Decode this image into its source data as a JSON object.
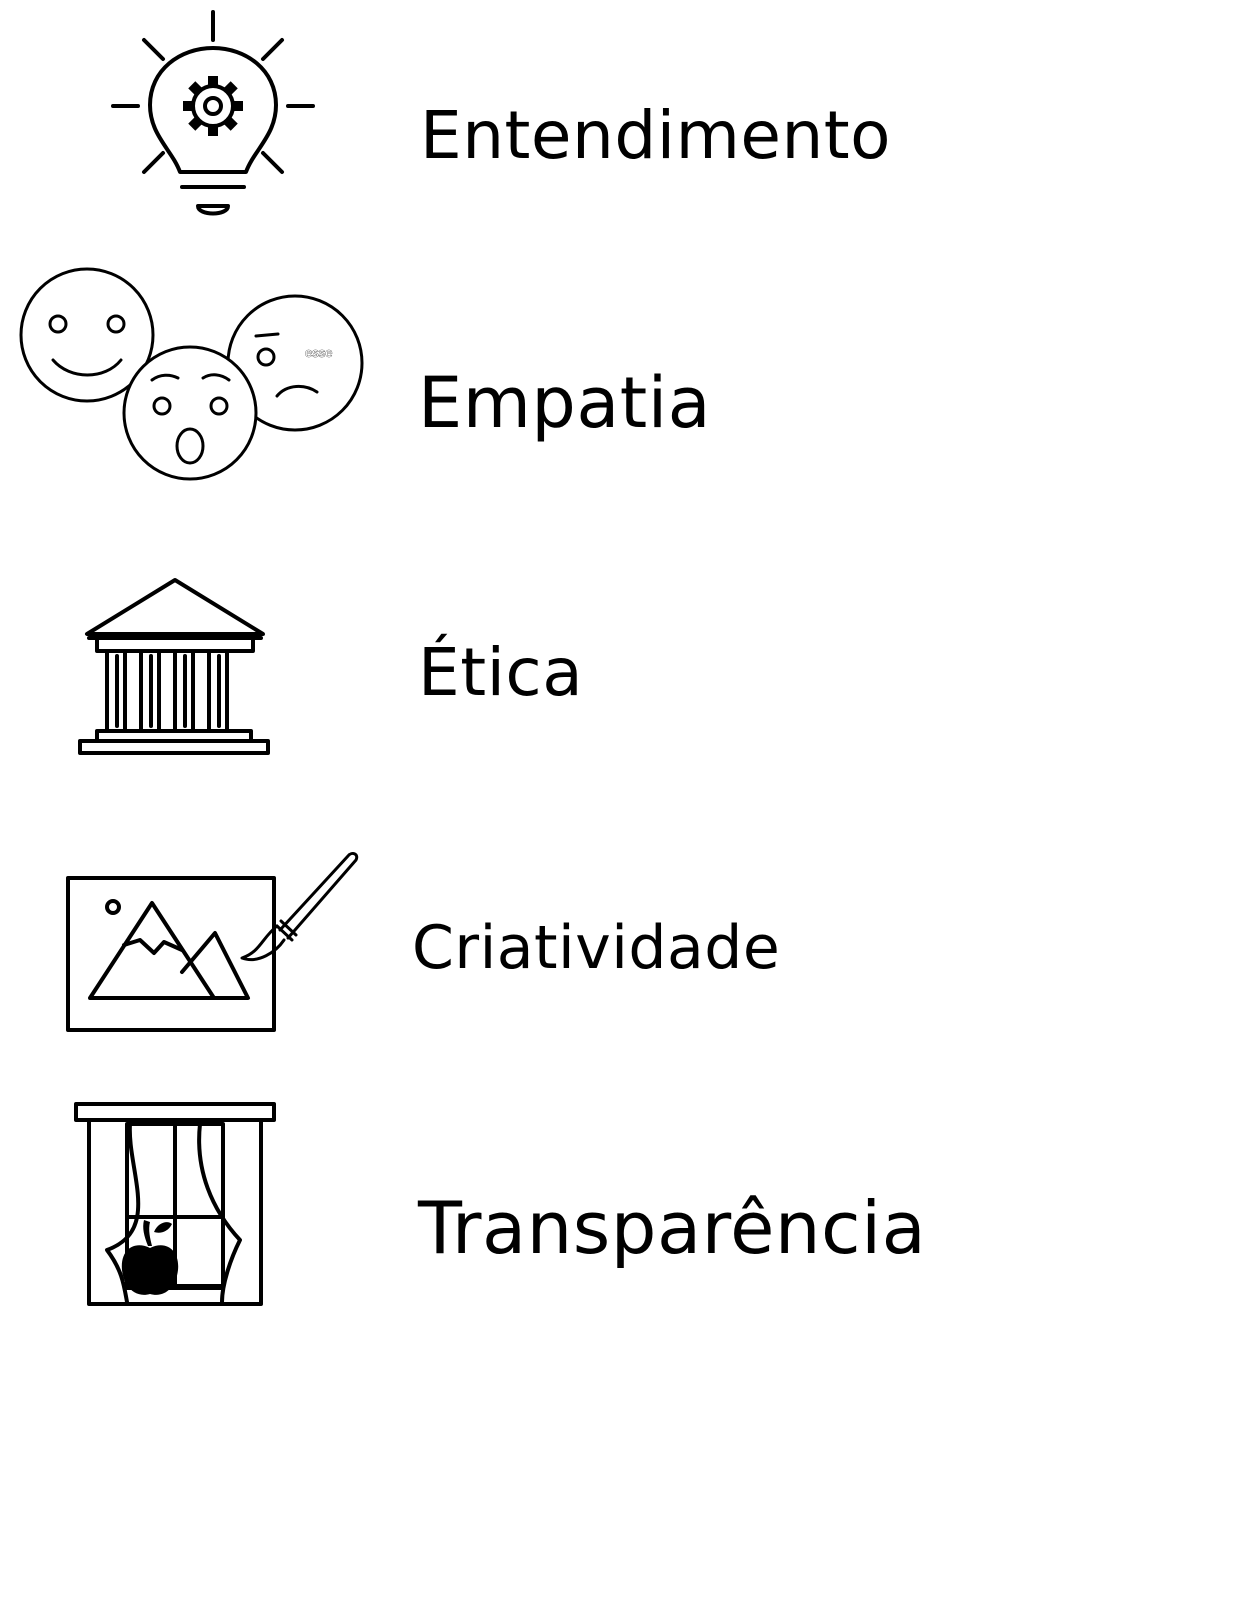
{
  "rows": [
    {
      "label": "Entendimento",
      "icon": "lightbulb-gear-icon"
    },
    {
      "label": "Empatia",
      "icon": "emotion-faces-icon",
      "face_text": "esse"
    },
    {
      "label": "Ética",
      "icon": "temple-columns-icon"
    },
    {
      "label": "Criatividade",
      "icon": "painting-brush-icon"
    },
    {
      "label": "Transparência",
      "icon": "window-curtains-icon"
    }
  ]
}
